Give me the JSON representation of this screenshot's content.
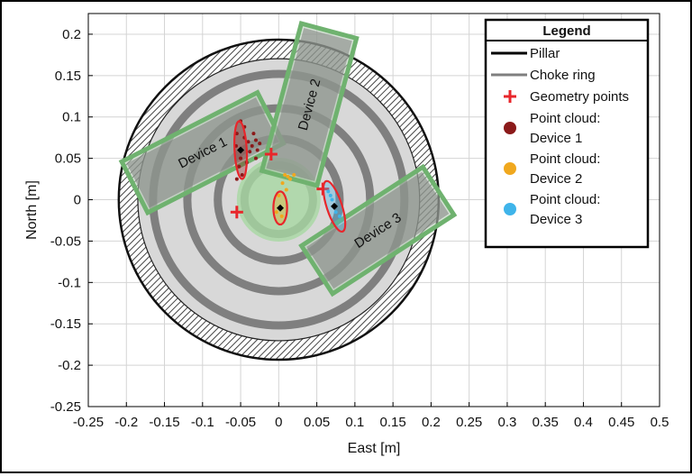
{
  "chart_data": {
    "type": "scatter",
    "xlabel": "East [m]",
    "ylabel": "North [m]",
    "xlim": [
      -0.25,
      0.5
    ],
    "ylim": [
      -0.25,
      0.225
    ],
    "x_ticks": [
      -0.25,
      -0.2,
      -0.15,
      -0.1,
      -0.05,
      0,
      0.05,
      0.1,
      0.15,
      0.2,
      0.25,
      0.3,
      0.35,
      0.4,
      0.45,
      0.5
    ],
    "x_tick_labels": [
      "-0.25",
      "-0.2",
      "-0.15",
      "-0.1",
      "-0.05",
      "0",
      "0.05",
      "0.1",
      "0.15",
      "0.2",
      "0.25",
      "0.3",
      "0.35",
      "0.4",
      "0.45",
      "0.5"
    ],
    "y_ticks": [
      -0.25,
      -0.2,
      -0.15,
      -0.1,
      -0.05,
      0,
      0.05,
      0.1,
      0.15,
      0.2
    ],
    "y_tick_labels": [
      "-0.25",
      "-0.2",
      "-0.15",
      "-0.1",
      "-0.05",
      "0",
      "0.05",
      "0.1",
      "0.15",
      "0.2"
    ],
    "grid": true,
    "legend": {
      "title": "Legend",
      "placement": "top-right",
      "entries": [
        {
          "label": "Pillar",
          "marker": "line",
          "color": "#000000"
        },
        {
          "label": "Choke ring",
          "marker": "line",
          "color": "#7f7f7f"
        },
        {
          "label": "Geometry points",
          "marker": "plus",
          "color": "#e8262b"
        },
        {
          "label": "Point cloud:",
          "label2": "Device 1",
          "marker": "dot",
          "color": "#8b1a1a"
        },
        {
          "label": "Point cloud:",
          "label2": "Device 2",
          "marker": "dot",
          "color": "#f0a81e"
        },
        {
          "label": "Point cloud:",
          "label2": "Device 3",
          "marker": "dot",
          "color": "#3fb4ea"
        }
      ]
    },
    "pillar": {
      "center": [
        0,
        0
      ],
      "outer_radius": 0.21,
      "inner_radius": 0.185
    },
    "choke_rings": [
      0.165,
      0.12,
      0.08,
      0.045
    ],
    "devices": [
      {
        "name": "Device 1",
        "center": [
          -0.1,
          0.057
        ],
        "length": 0.2,
        "width": 0.075,
        "angle_deg": -27
      },
      {
        "name": "Device 2",
        "center": [
          0.04,
          0.115
        ],
        "length": 0.2,
        "width": 0.075,
        "angle_deg": -75
      },
      {
        "name": "Device 3",
        "center": [
          0.13,
          -0.037
        ],
        "length": 0.19,
        "width": 0.075,
        "angle_deg": -33
      }
    ],
    "geometry_points": [
      [
        -0.055,
        -0.015
      ],
      [
        -0.01,
        0.055
      ],
      [
        0.058,
        0.013
      ]
    ],
    "point_clouds": [
      {
        "name": "Device 1",
        "color": "#8b1a1a",
        "mean": [
          -0.05,
          0.06
        ],
        "ellipse": {
          "rx": 0.008,
          "ry": 0.035,
          "angle_deg": -3
        },
        "points": [
          [
            -0.055,
            0.08
          ],
          [
            -0.045,
            0.075
          ],
          [
            -0.04,
            0.07
          ],
          [
            -0.035,
            0.065
          ],
          [
            -0.03,
            0.072
          ],
          [
            -0.025,
            0.068
          ],
          [
            -0.038,
            0.058
          ],
          [
            -0.05,
            0.05
          ],
          [
            -0.052,
            0.04
          ],
          [
            -0.048,
            0.03
          ],
          [
            -0.055,
            0.025
          ],
          [
            -0.05,
            0.095
          ],
          [
            -0.045,
            0.088
          ],
          [
            -0.033,
            0.08
          ],
          [
            -0.028,
            0.06
          ],
          [
            -0.042,
            0.045
          ],
          [
            -0.056,
            0.065
          ],
          [
            -0.03,
            0.05
          ]
        ]
      },
      {
        "name": "Device 2",
        "color": "#f0a81e",
        "mean": [
          0.002,
          -0.01
        ],
        "ellipse": {
          "rx": 0.009,
          "ry": 0.02,
          "angle_deg": 0
        },
        "points": [
          [
            0.008,
            0.03
          ],
          [
            0.012,
            0.028
          ],
          [
            0.015,
            0.025
          ],
          [
            0.005,
            0.02
          ],
          [
            0.01,
            0.012
          ],
          [
            0.0,
            0.005
          ],
          [
            -0.003,
            -0.015
          ],
          [
            0.004,
            -0.02
          ],
          [
            0.02,
            0.03
          ]
        ]
      },
      {
        "name": "Device 3",
        "color": "#3fb4ea",
        "mean": [
          0.073,
          -0.008
        ],
        "ellipse": {
          "rx": 0.01,
          "ry": 0.032,
          "angle_deg": -18
        },
        "points": [
          [
            0.065,
            0.01
          ],
          [
            0.07,
            0.0
          ],
          [
            0.075,
            -0.015
          ],
          [
            0.08,
            -0.02
          ],
          [
            0.068,
            0.005
          ]
        ]
      }
    ]
  }
}
